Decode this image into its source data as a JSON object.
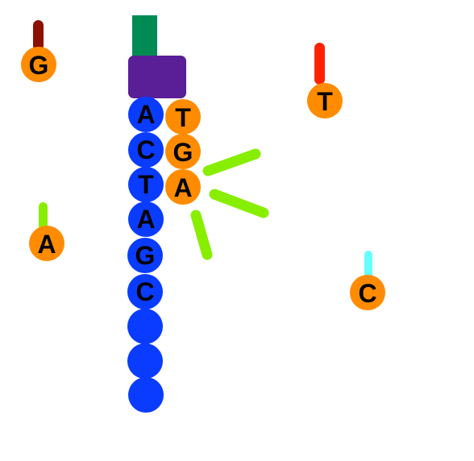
{
  "colors": {
    "background": "#ffffff",
    "template_bead": "#0a3cff",
    "nucleotide_bead": "#ff8c00",
    "polymerase": "#5a1e96",
    "anchor": "#008b55",
    "tag_g": "#8b1100",
    "tag_t": "#ff2200",
    "tag_a": "#88ee00",
    "tag_c": "#66ffff",
    "flash": "#88ee00",
    "letter": "#000000"
  },
  "template_strand": {
    "letters": [
      "A",
      "C",
      "T",
      "A",
      "G",
      "C",
      "",
      "",
      ""
    ]
  },
  "synthesized_strand": {
    "letters": [
      "T",
      "G",
      "A"
    ]
  },
  "free_nucleotides": [
    {
      "letter": "G",
      "tag_color": "#8b1100"
    },
    {
      "letter": "T",
      "tag_color": "#ff2200"
    },
    {
      "letter": "A",
      "tag_color": "#88ee00"
    },
    {
      "letter": "C",
      "tag_color": "#66ffff"
    }
  ]
}
